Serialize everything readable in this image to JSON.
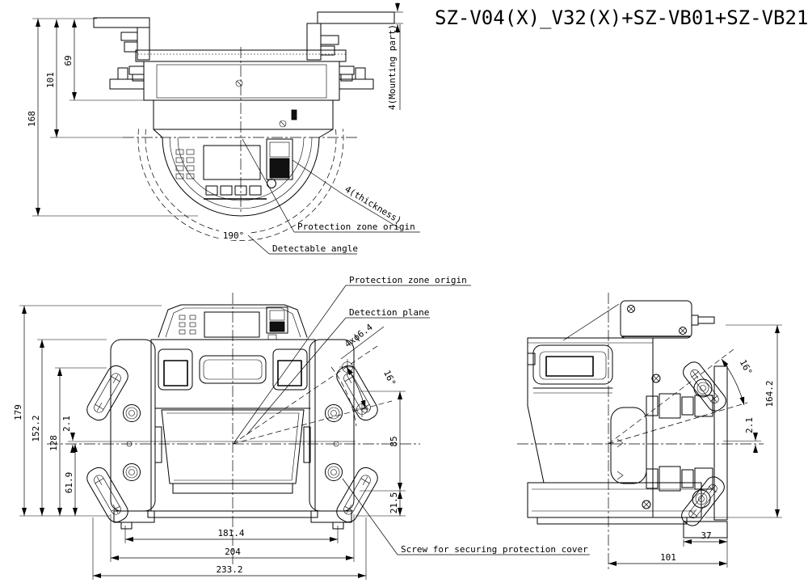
{
  "title": "SZ-V04(X)_V32(X)+SZ-VB01+SZ-VB21",
  "colors": {
    "line": "#000000",
    "background": "#ffffff"
  },
  "top_view": {
    "dim_168": "168",
    "dim_101": "101",
    "dim_69": "69",
    "dim_190": "190°",
    "label_mounting_part": "4(Mounting part)",
    "label_thickness": "4(thickness)",
    "label_protection_zone_origin": "Protection zone origin",
    "label_detectable_angle": "Detectable angle"
  },
  "front_view": {
    "dim_179": "179",
    "dim_152_2": "152.2",
    "dim_128": "128",
    "dim_2_1": "2.1",
    "dim_61_9": "61.9",
    "dim_85": "85",
    "dim_21_5": "21.5",
    "dim_181_4": "181.4",
    "dim_204": "204",
    "dim_233_2": "233.2",
    "dim_holes": "4xϕ6.4",
    "dim_angle": "16°",
    "label_protection_zone_origin": "Protection zone origin",
    "label_detection_plane": "Detection plane",
    "label_screw": "Screw for securing protection cover"
  },
  "side_view": {
    "dim_164_2": "164.2",
    "dim_2_1": "2.1",
    "dim_angle": "16°",
    "dim_37": "37",
    "dim_101": "101"
  }
}
